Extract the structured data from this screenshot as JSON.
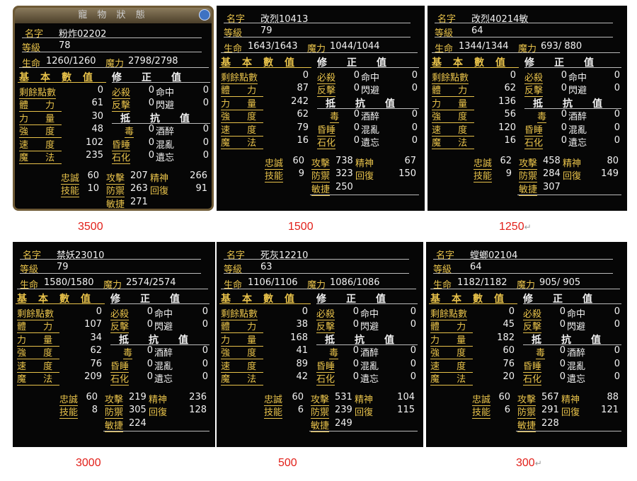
{
  "labels": {
    "window_title": "寵 物 狀 態",
    "name": "名字",
    "level": "等級",
    "hp": "生命",
    "mp": "魔力",
    "basic_header": [
      "基",
      "本",
      "數",
      "值"
    ],
    "fix_header": [
      "修",
      "正",
      "值"
    ],
    "resist_header": [
      "抵",
      "抗",
      "值"
    ],
    "remaining": "剩餘點數",
    "vit": "體 力",
    "str": "力 量",
    "tgh": "強 度",
    "spd": "速 度",
    "mag": "魔 法",
    "critical": "必殺",
    "hit": "命中",
    "counter": "反擊",
    "dodge": "閃避",
    "poison": "毒",
    "drunk": "酒醉",
    "sleep": "昏睡",
    "confuse": "混亂",
    "stone": "石化",
    "forget": "遺忘",
    "loyalty": "忠誠",
    "skill": "技能",
    "attack": "攻擊",
    "spirit": "精神",
    "defense": "防禦",
    "recover": "回復",
    "agility": "敏捷"
  },
  "pets": [
    {
      "name": "粉炸02202",
      "level": "78",
      "hp": "1260/1260",
      "mp": "2798/2798",
      "remaining": "0",
      "vit": "61",
      "str": "30",
      "tgh": "48",
      "spd": "102",
      "mag": "235",
      "critical": "0",
      "hit": "0",
      "counter": "0",
      "dodge": "0",
      "poison": "0",
      "drunk": "0",
      "sleep": "0",
      "confuse": "0",
      "stone": "0",
      "forget": "0",
      "loyalty": "60",
      "skill": "10",
      "attack": "207",
      "spirit": "266",
      "defense": "263",
      "recover": "91",
      "agility": "271",
      "price": "3500"
    },
    {
      "name": "改烈10413",
      "level": "79",
      "hp": "1643/1643",
      "mp": "1044/1044",
      "remaining": "0",
      "vit": "87",
      "str": "242",
      "tgh": "62",
      "spd": "79",
      "mag": "16",
      "critical": "0",
      "hit": "0",
      "counter": "0",
      "dodge": "0",
      "poison": "0",
      "drunk": "0",
      "sleep": "0",
      "confuse": "0",
      "stone": "0",
      "forget": "0",
      "loyalty": "60",
      "skill": "9",
      "attack": "738",
      "spirit": "67",
      "defense": "323",
      "recover": "150",
      "agility": "250",
      "price": "1500"
    },
    {
      "name": "改烈40214敏",
      "level": "64",
      "hp": "1344/1344",
      "mp": "693/ 880",
      "remaining": "0",
      "vit": "62",
      "str": "136",
      "tgh": "56",
      "spd": "120",
      "mag": "16",
      "critical": "0",
      "hit": "0",
      "counter": "0",
      "dodge": "0",
      "poison": "0",
      "drunk": "0",
      "sleep": "0",
      "confuse": "0",
      "stone": "0",
      "forget": "0",
      "loyalty": "62",
      "skill": "9",
      "attack": "458",
      "spirit": "80",
      "defense": "284",
      "recover": "149",
      "agility": "307",
      "price": "1250"
    },
    {
      "name": "禁妖23010",
      "level": "79",
      "hp": "1580/1580",
      "mp": "2574/2574",
      "remaining": "0",
      "vit": "107",
      "str": "34",
      "tgh": "62",
      "spd": "76",
      "mag": "209",
      "critical": "0",
      "hit": "0",
      "counter": "0",
      "dodge": "0",
      "poison": "0",
      "drunk": "0",
      "sleep": "0",
      "confuse": "0",
      "stone": "0",
      "forget": "0",
      "loyalty": "60",
      "skill": "8",
      "attack": "219",
      "spirit": "236",
      "defense": "305",
      "recover": "128",
      "agility": "224",
      "price": "3000"
    },
    {
      "name": "死灰12210",
      "level": "63",
      "hp": "1106/1106",
      "mp": "1086/1086",
      "remaining": "0",
      "vit": "38",
      "str": "168",
      "tgh": "41",
      "spd": "89",
      "mag": "42",
      "critical": "0",
      "hit": "0",
      "counter": "0",
      "dodge": "0",
      "poison": "0",
      "drunk": "0",
      "sleep": "0",
      "confuse": "0",
      "stone": "0",
      "forget": "0",
      "loyalty": "60",
      "skill": "6",
      "attack": "531",
      "spirit": "104",
      "defense": "239",
      "recover": "115",
      "agility": "249",
      "price": "500"
    },
    {
      "name": "螳螂02104",
      "level": "64",
      "hp": "1182/1182",
      "mp": "905/ 905",
      "remaining": "0",
      "vit": "45",
      "str": "182",
      "tgh": "60",
      "spd": "76",
      "mag": "20",
      "critical": "0",
      "hit": "0",
      "counter": "0",
      "dodge": "0",
      "poison": "0",
      "drunk": "0",
      "sleep": "0",
      "confuse": "0",
      "stone": "0",
      "forget": "0",
      "loyalty": "60",
      "skill": "6",
      "attack": "567",
      "spirit": "88",
      "defense": "291",
      "recover": "121",
      "agility": "228",
      "price": "300"
    }
  ],
  "return_mark": "↵",
  "colors": {
    "label": "#e8c24a",
    "price": "#e2201a",
    "panel": "#060606"
  }
}
